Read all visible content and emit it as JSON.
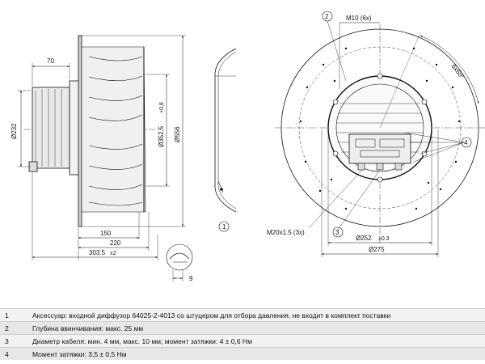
{
  "dimensions": {
    "d70": "70",
    "d232": "Ø232",
    "d352": "Ø352,5",
    "d352_tol": "+0,8",
    "d556": "Ø556",
    "d150": "150",
    "d220": "220",
    "d303": "303.5",
    "d303_tol": "±2",
    "d9": "9",
    "m10": "M10 (6x)",
    "angle": "6x60°",
    "m20": "M20x1.5 (3x)",
    "d252": "Ø252",
    "d252_tol": "±0.3",
    "d275": "Ø275"
  },
  "callouts": {
    "c1": "1",
    "c2": "2",
    "c3": "3",
    "c4": "4"
  },
  "legend": [
    {
      "num": "1",
      "text": "Аксессуар: входной диффузор 64025-2-4013 со штуцером для отбора давления, не входит в комплект поставки"
    },
    {
      "num": "2",
      "text": "Глубина ввинчивания: макс. 25 мм"
    },
    {
      "num": "3",
      "text": "Диаметр кабеля: мин. 4 мм, макс. 10 мм; момент затяжки: 4 ± 0,6 Нм"
    },
    {
      "num": "4",
      "text": "Момент затяжки: 3,5 ± 0,5 Нм"
    }
  ]
}
